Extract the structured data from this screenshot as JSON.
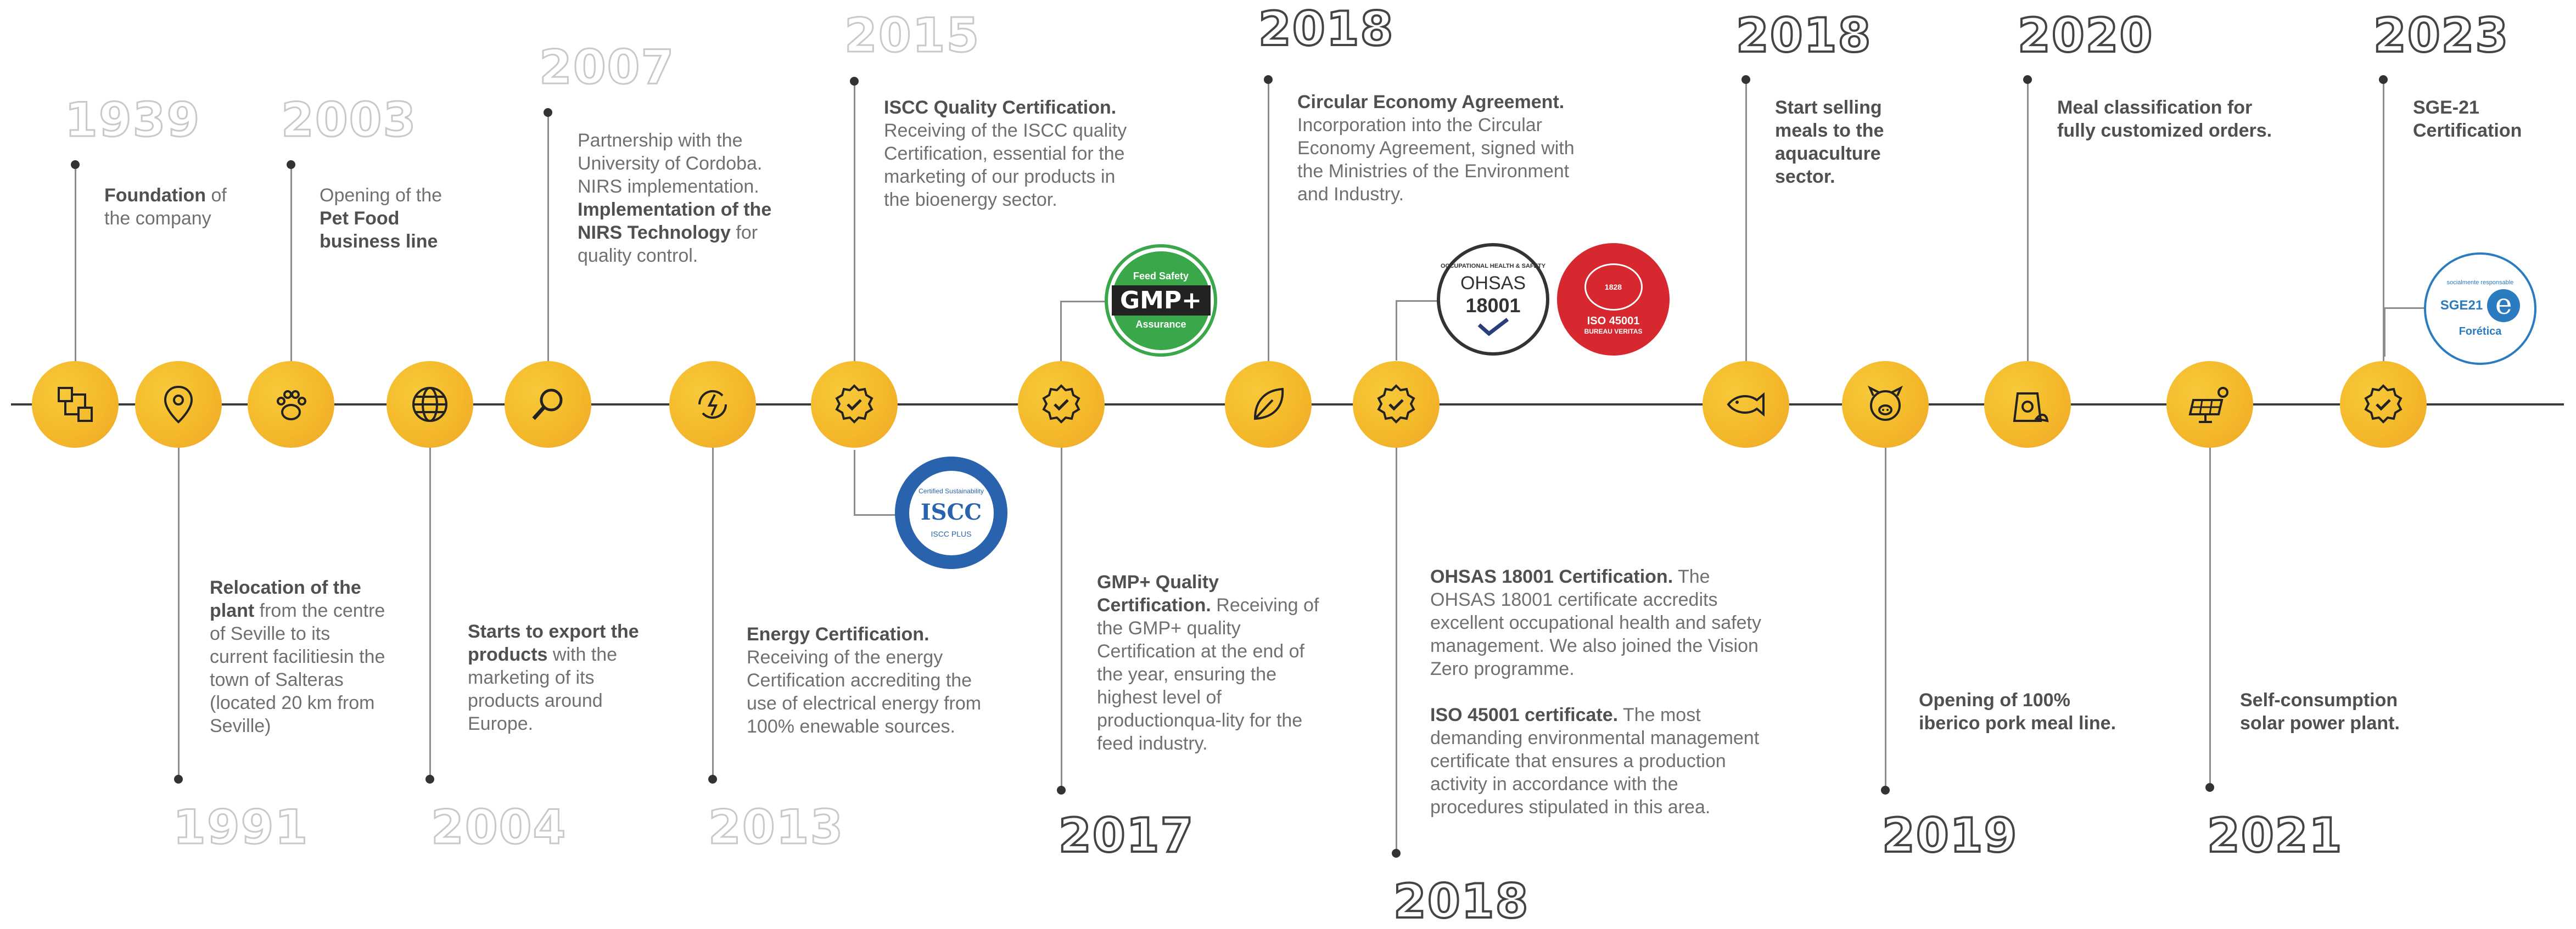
{
  "colors": {
    "accent": "#f4b92a",
    "line": "#3a3a3a",
    "text": "#707070",
    "bold": "#505050"
  },
  "events": [
    {
      "year": "1939",
      "icon": "network-circuit-icon",
      "parts": [
        [
          "b",
          "Foundation"
        ],
        [
          "t",
          " of the company"
        ]
      ]
    },
    {
      "year": "1991",
      "icon": "location-pin-icon",
      "parts": [
        [
          "b",
          "Relocation of the plant"
        ],
        [
          "t",
          " from the centre of Seville to its current facilitiesin the town of Salteras (located 20 km from Seville)"
        ]
      ]
    },
    {
      "year": "2003",
      "icon": "paw-icon",
      "parts": [
        [
          "t",
          "Opening of the "
        ],
        [
          "b",
          "Pet Food business line"
        ]
      ]
    },
    {
      "year": "2004",
      "icon": "globe-icon",
      "parts": [
        [
          "b",
          "Starts to export the products"
        ],
        [
          "t",
          " with the marketing of its products around Europe."
        ]
      ]
    },
    {
      "year": "2007",
      "icon": "magnifier-icon",
      "parts": [
        [
          "t",
          "Partnership with the University of Cordoba. NIRS implementation. "
        ],
        [
          "b",
          "Implementation of the NIRS Technology"
        ],
        [
          "t",
          " for quality control."
        ]
      ]
    },
    {
      "year": "2013",
      "icon": "renewable-energy-icon",
      "parts": [
        [
          "b",
          "Energy Certification."
        ],
        [
          "t",
          " Receiving of the energy Certification accrediting the use of electrical energy from 100% enewable sources."
        ]
      ]
    },
    {
      "year": "2015",
      "icon": "certified-badge-icon",
      "parts": [
        [
          "b",
          "ISCC Quality Certification."
        ],
        [
          "t",
          " Receiving of the ISCC quality Certification, essential for the marketing of our products in the bioenergy sector."
        ]
      ]
    },
    {
      "year": "2017",
      "icon": "certified-badge-icon",
      "parts": [
        [
          "b",
          "GMP+ Quality Certification."
        ],
        [
          "t",
          " Receiving of the GMP+ quality Certification at the end of the year, ensuring the highest level of  productionqua-lity for the feed industry."
        ]
      ]
    },
    {
      "year": "2018",
      "icon": "leaf-icon",
      "parts": [
        [
          "b",
          "Circular Economy Agreement."
        ],
        [
          "t",
          " Incorporation into the Circular Economy Agreement, signed with the Ministries of the Environment and Industry."
        ]
      ]
    },
    {
      "year": "2018",
      "icon": "certified-badge-icon",
      "parts": [
        [
          "b",
          "OHSAS 18001 Certification."
        ],
        [
          "t",
          " The OHSAS 18001 certificate accredits excellent occupational health and safety management. We also joined the Vision Zero programme."
        ]
      ],
      "parts2": [
        [
          "b",
          "ISO 45001 certificate."
        ],
        [
          "t",
          " The most demanding environmental management certificate that ensures a production activity in accordance with the procedures stipulated in this area."
        ]
      ]
    },
    {
      "year": "2018",
      "icon": "fish-icon",
      "parts": [
        [
          "b",
          "Start selling meals to the aquaculture sector."
        ]
      ]
    },
    {
      "year": "2019",
      "icon": "pig-icon",
      "parts": [
        [
          "b",
          "Opening of 100% iberico pork meal line."
        ]
      ]
    },
    {
      "year": "2020",
      "icon": "meal-sack-icon",
      "parts": [
        [
          "b",
          "Meal classification for fully customized orders."
        ]
      ]
    },
    {
      "year": "2021",
      "icon": "solar-panel-icon",
      "parts": [
        [
          "b",
          "Self-consumption solar power plant."
        ]
      ]
    },
    {
      "year": "2023",
      "icon": "certified-badge-icon",
      "parts": [
        [
          "b",
          "SGE-21 Certification"
        ]
      ]
    }
  ],
  "badges": {
    "gmp": {
      "top": "Feed Safety",
      "main": "GMP+",
      "bottom": "Assurance",
      "color": "#3aa74a"
    },
    "iscc": {
      "ring": "Certified Sustainability",
      "main": "ISCC",
      "bottom": "ISCC PLUS",
      "color": "#2a63ad"
    },
    "ohsas": {
      "ring": "OCCUPATIONAL HEALTH & SAFETY",
      "main": "OHSAS",
      "num": "18001",
      "color": "#333333"
    },
    "iso": {
      "main": "ISO 45001",
      "sub": "BUREAU VERITAS",
      "year": "1828",
      "color": "#d7282f"
    },
    "sge": {
      "ring": "socialmente responsable",
      "main": "SGE21",
      "brand": "Forética",
      "color": "#2a7bc0"
    }
  }
}
